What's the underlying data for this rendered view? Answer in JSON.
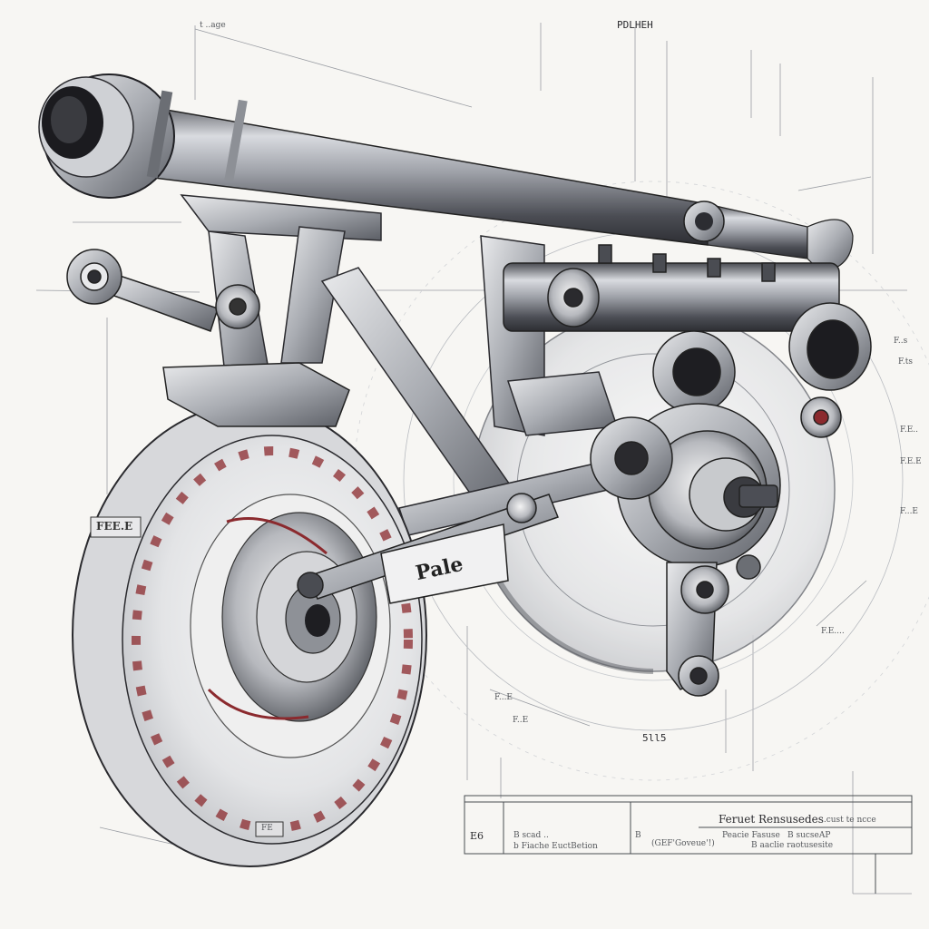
{
  "sheet": {
    "top_left_note": "t ..age",
    "top_center_label": "PDLHEH",
    "right_margin_notes": [
      "F..s",
      "F.ts",
      "F.E..",
      "F.E.E",
      "F...E"
    ],
    "lower_right_note": "F.E....",
    "small_label_mid": "F...E",
    "dim_label_bottom": "F..E",
    "ref_number": "5ll5"
  },
  "drawing": {
    "plate_label": "Pale",
    "rim_label": "FEE.E",
    "hub_label": "FE"
  },
  "title_block": {
    "number": "E6",
    "left_lines": [
      "B scad .. ",
      "b Fiache EuctBetion"
    ],
    "heading": "Feruet Rensusedes",
    "heading_sub": "..cust te ncce",
    "row_a": "(GEF'Goveue'!)",
    "row_b": "Peacie Fasuse",
    "row_c": "B sucseAP",
    "row_d": "B aaclie raotusesite",
    "marker": "B"
  },
  "colors": {
    "paper": "#f7f6f3",
    "ink": "#2a2a2e",
    "steel": "#8a8d93",
    "accent_red": "#8b2a2e"
  }
}
